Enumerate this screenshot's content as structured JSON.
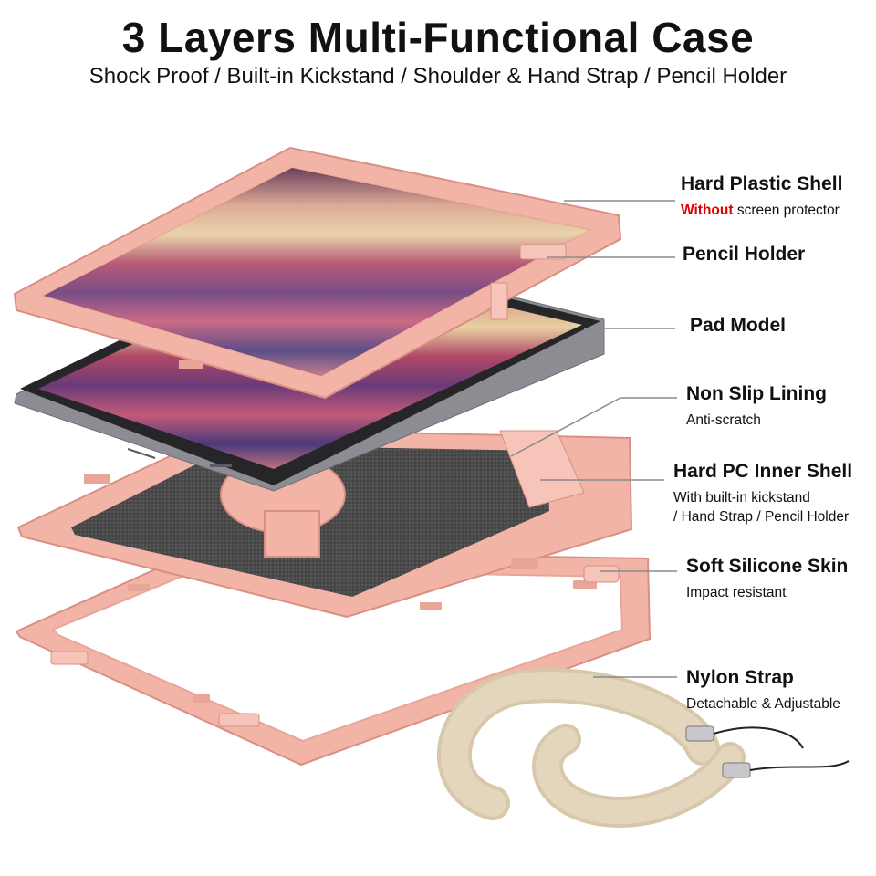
{
  "header": {
    "title": "3 Layers Multi-Functional Case",
    "subtitle": "Shock Proof / Built-in Kickstand / Shoulder & Hand Strap / Pencil Holder"
  },
  "callouts": [
    {
      "heading": "Hard Plastic Shell",
      "desc_emphasis": "Without",
      "desc": " screen protector"
    },
    {
      "heading": "Pencil Holder"
    },
    {
      "heading": "Pad Model"
    },
    {
      "heading": "Non Slip Lining",
      "desc": "Anti-scratch"
    },
    {
      "heading": "Hard PC Inner Shell",
      "desc": "With built-in kickstand",
      "desc2": "/ Hand Strap / Pencil Holder"
    },
    {
      "heading": "Soft Silicone Skin",
      "desc": "Impact resistant"
    },
    {
      "heading": "Nylon Strap",
      "desc": "Detachable & Adjustable"
    }
  ],
  "colors": {
    "case_pink": "#f3b4a8",
    "case_pink_dark": "#d98f83",
    "lining_gray": "#4a4a4a",
    "tablet_bezel": "#262628",
    "tablet_body": "#8c8c93",
    "strap_beige": "#e4d6bd",
    "leader_line": "#8a8a8a",
    "emphasis_red": "#e00000"
  }
}
